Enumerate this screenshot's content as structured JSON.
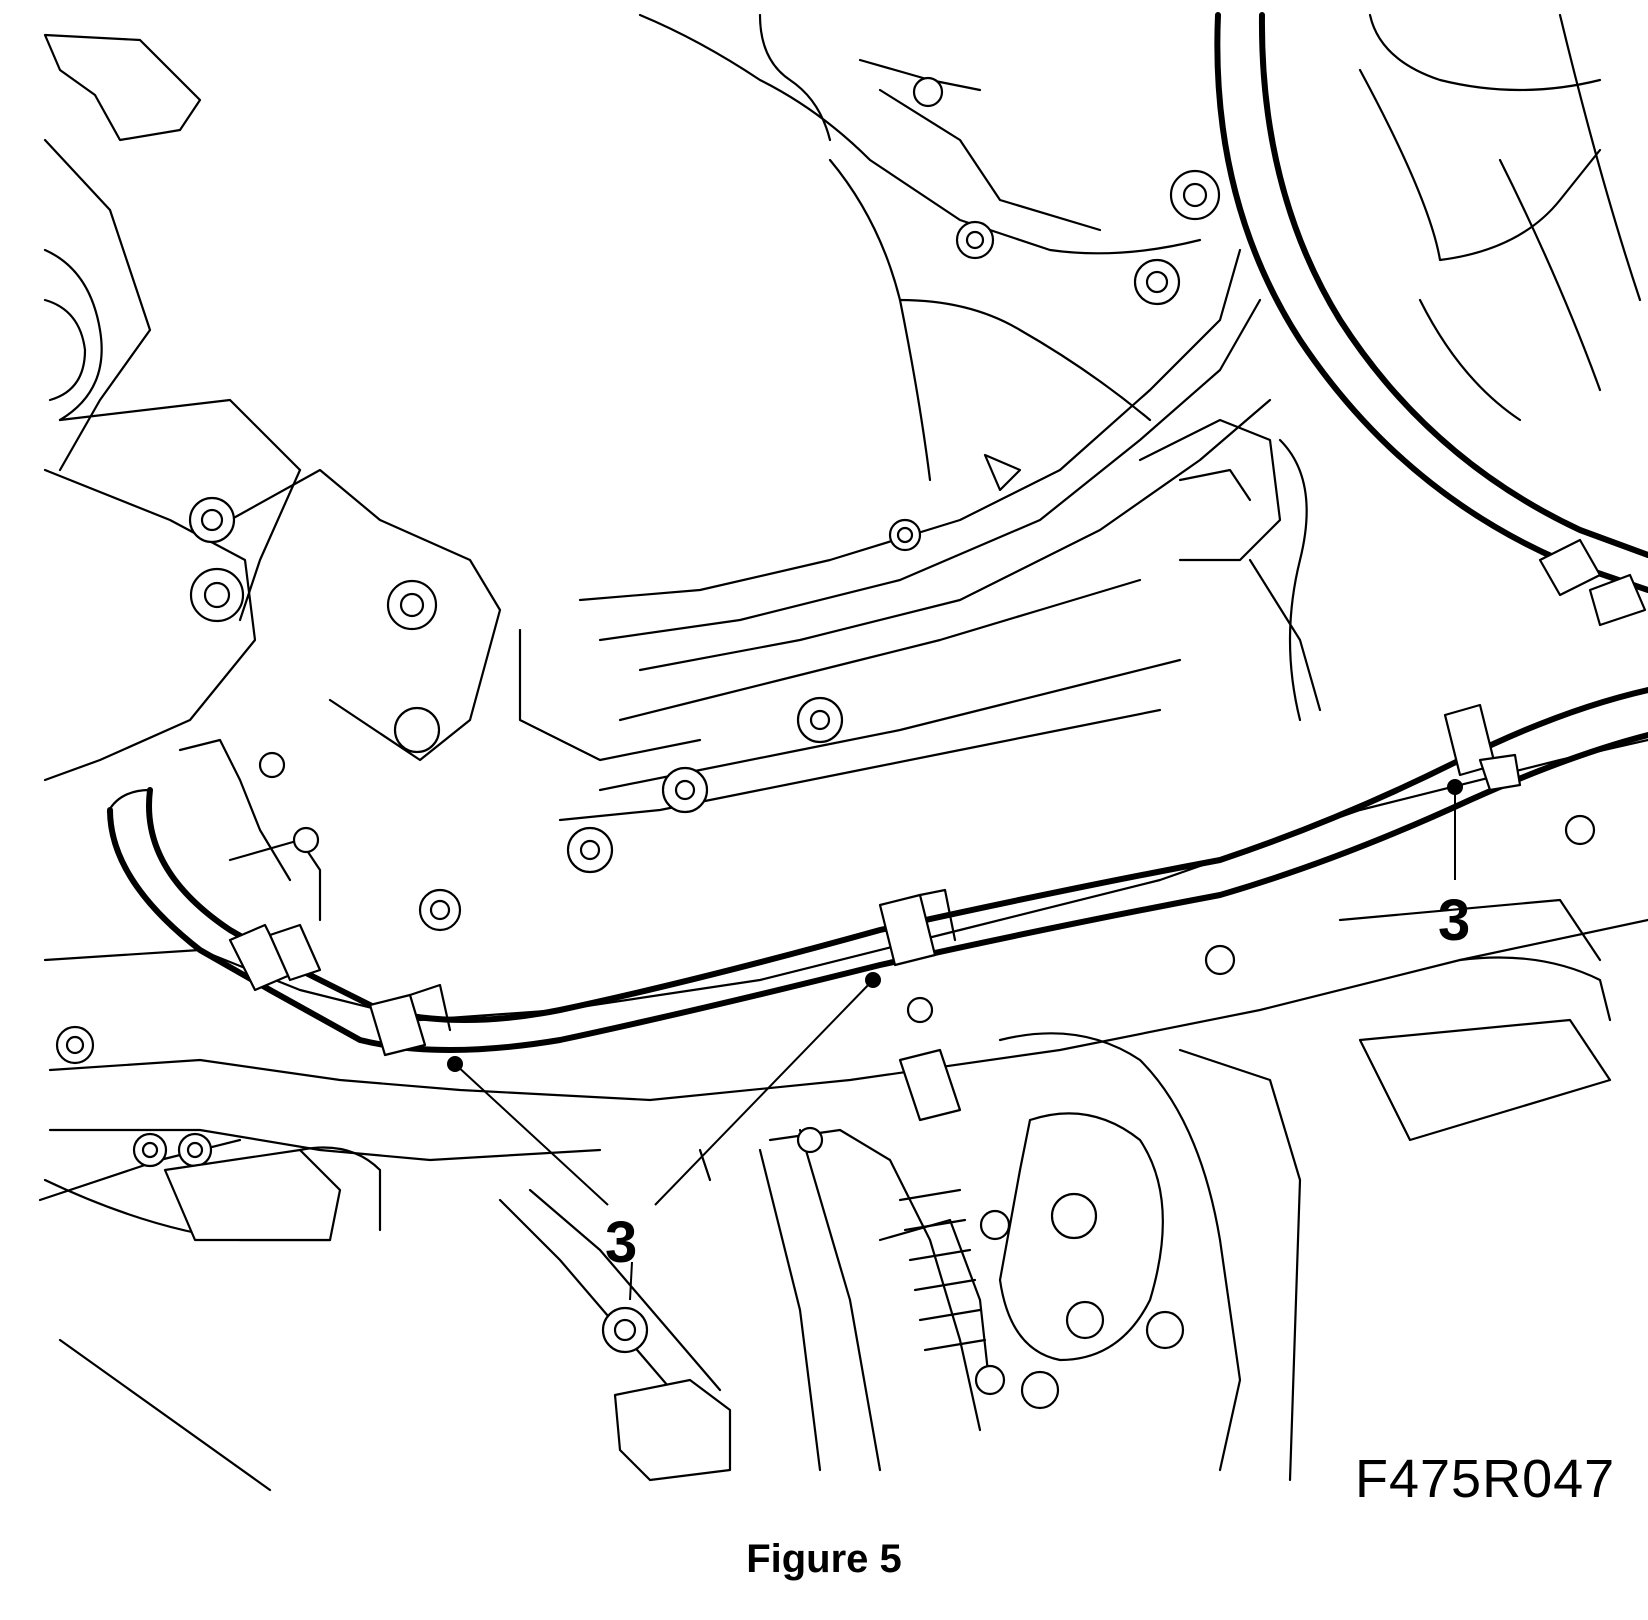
{
  "figure": {
    "caption": "Figure 5",
    "reference_code": "F475R047"
  },
  "callouts": [
    {
      "id": "clip-right",
      "label": "3"
    },
    {
      "id": "clips-lower",
      "label": "3"
    }
  ]
}
